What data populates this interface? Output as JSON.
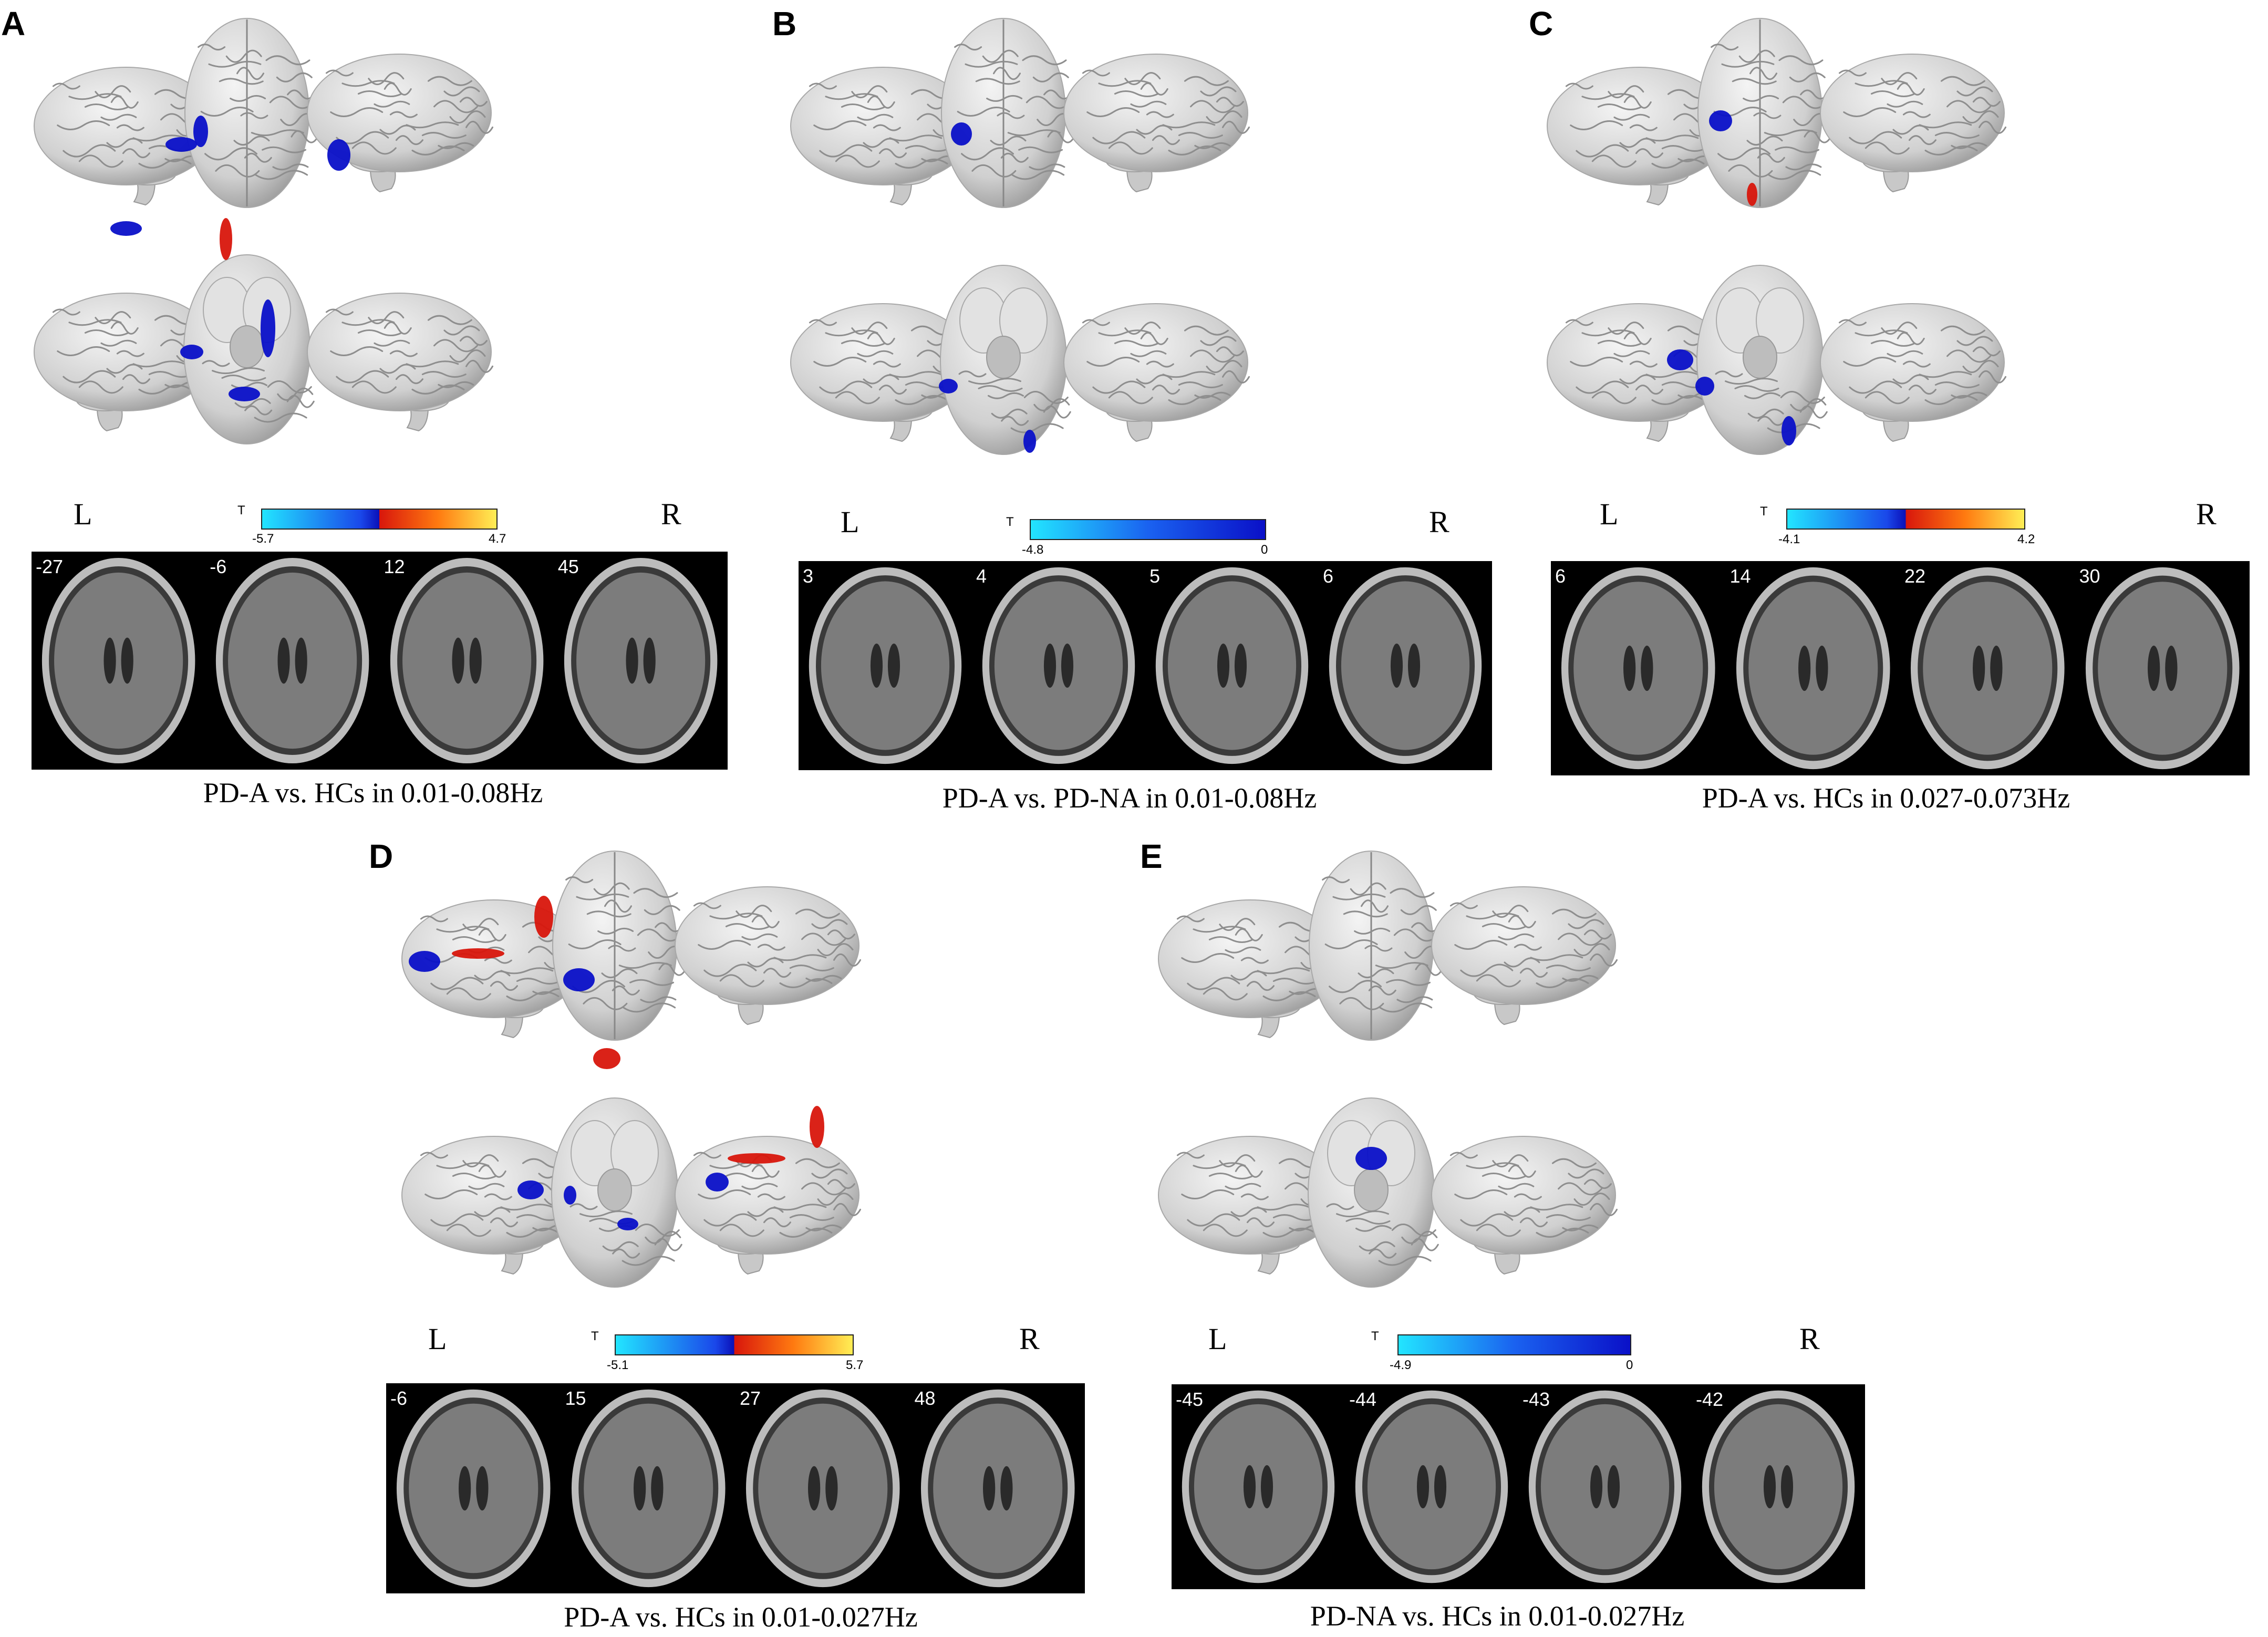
{
  "colors": {
    "negative_min": "#22e5ff",
    "negative_max": "#0a10c8",
    "positive_min": "#d8160c",
    "positive_max": "#ffee55"
  },
  "panels": [
    {
      "label": "A",
      "left": "L",
      "right": "R",
      "cbar_title": "T",
      "cbar_min": "-5.7",
      "cbar_max": "4.7",
      "cbar_type": "diverging",
      "slices": [
        "-27",
        "-6",
        "12",
        "45"
      ],
      "caption": "PD-A vs. HCs in 0.01-0.08Hz"
    },
    {
      "label": "B",
      "left": "L",
      "right": "R",
      "cbar_title": "T",
      "cbar_min": "-4.8",
      "cbar_max": "0",
      "cbar_type": "negative",
      "slices": [
        "3",
        "4",
        "5",
        "6"
      ],
      "caption": "PD-A vs. PD-NA in 0.01-0.08Hz"
    },
    {
      "label": "C",
      "left": "L",
      "right": "R",
      "cbar_title": "T",
      "cbar_min": "-4.1",
      "cbar_max": "4.2",
      "cbar_type": "diverging",
      "slices": [
        "6",
        "14",
        "22",
        "30"
      ],
      "caption": "PD-A vs. HCs in 0.027-0.073Hz"
    },
    {
      "label": "D",
      "left": "L",
      "right": "R",
      "cbar_title": "T",
      "cbar_min": "-5.1",
      "cbar_max": "5.7",
      "cbar_type": "diverging",
      "slices": [
        "-6",
        "15",
        "27",
        "48"
      ],
      "caption": "PD-A vs. HCs in 0.01-0.027Hz"
    },
    {
      "label": "E",
      "left": "L",
      "right": "R",
      "cbar_title": "T",
      "cbar_min": "-4.9",
      "cbar_max": "0",
      "cbar_type": "negative",
      "slices": [
        "-45",
        "-44",
        "-43",
        "-42"
      ],
      "caption": "PD-NA vs. HCs in 0.01-0.027Hz"
    }
  ]
}
